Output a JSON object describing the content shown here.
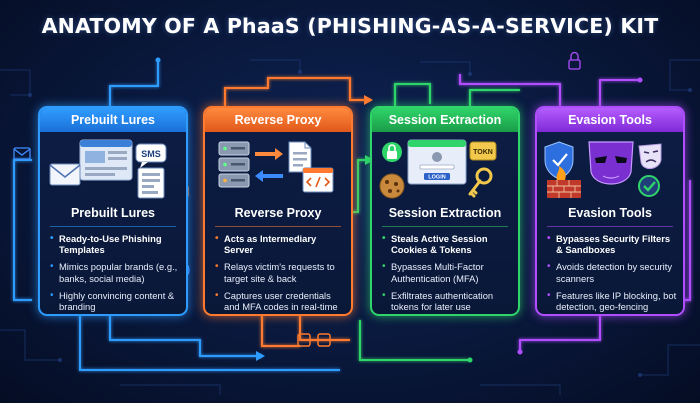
{
  "title": "ANATOMY OF A PhaaS (PHISHING-AS-A-SERVICE) KIT",
  "colors": {
    "blue": "#2e9bff",
    "orange": "#ff7a2e",
    "green": "#2fd46a",
    "purple": "#b04dff"
  },
  "cards": [
    {
      "header": "Prebuilt Lures",
      "subtitle": "Prebuilt Lures",
      "icons": [
        "browser-window-icon",
        "envelope-icon",
        "sms-bubble-icon",
        "document-icon"
      ],
      "icon_texts": [
        "SMS"
      ],
      "bullets": [
        "Ready-to-Use Phishing Templates",
        "Mimics popular brands (e.g., banks, social media)",
        "Highly convincing content & branding"
      ]
    },
    {
      "header": "Reverse Proxy",
      "subtitle": "Reverse Proxy",
      "icons": [
        "server-rack-icon",
        "relay-arrows-icon",
        "document-icon",
        "code-window-icon"
      ],
      "bullets": [
        "Acts as Intermediary Server",
        "Relays victim's requests to target site & back",
        "Captures user credentials and MFA codes in real-time"
      ]
    },
    {
      "header": "Session Extraction",
      "subtitle": "Session Extraction",
      "icons": [
        "padlock-icon",
        "login-window-icon",
        "token-card-icon",
        "cookie-icon",
        "key-icon"
      ],
      "icon_texts": [
        "TOKN",
        "LOGIN"
      ],
      "bullets": [
        "Steals Active Session Cookies & Tokens",
        "Bypasses Multi-Factor Authentication (MFA)",
        "Exfiltrates authentication tokens for later use"
      ]
    },
    {
      "header": "Evasion Tools",
      "subtitle": "Evasion Tools",
      "icons": [
        "shield-icon",
        "mask-icon",
        "theater-mask-icon",
        "firewall-icon",
        "checkmark-icon"
      ],
      "bullets": [
        "Bypasses Security Filters & Sandboxes",
        "Avoids detection by security scanners",
        "Features like IP blocking, bot detection, geo-fencing"
      ]
    }
  ],
  "decor_icons": [
    "envelope-icon",
    "globe-icon",
    "padlock-icon",
    "folder-icon",
    "user-icon"
  ]
}
